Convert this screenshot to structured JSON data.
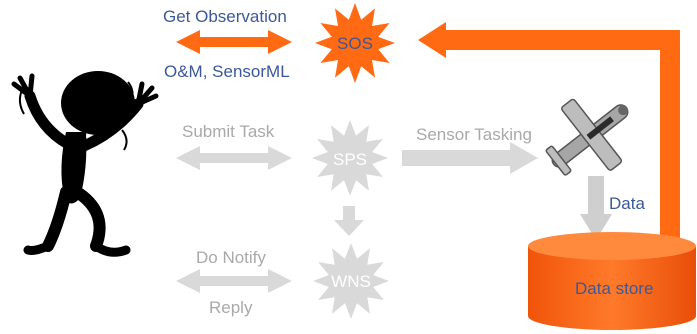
{
  "labels": {
    "get_observation": "Get Observation",
    "om_sensorml": "O&M, SensorML",
    "submit_task": "Submit Task",
    "sensor_tasking": "Sensor Tasking",
    "data": "Data",
    "do_notify": "Do Notify",
    "reply": "Reply",
    "data_store": "Data store"
  },
  "services": {
    "sos": "SOS",
    "sps": "SPS",
    "wns": "WNS"
  },
  "colors": {
    "active": "#ff6a13",
    "inactive": "#d9d9d9",
    "label_blue": "#3b5998",
    "label_gray": "#a9a9a9",
    "figure": "#000000"
  }
}
